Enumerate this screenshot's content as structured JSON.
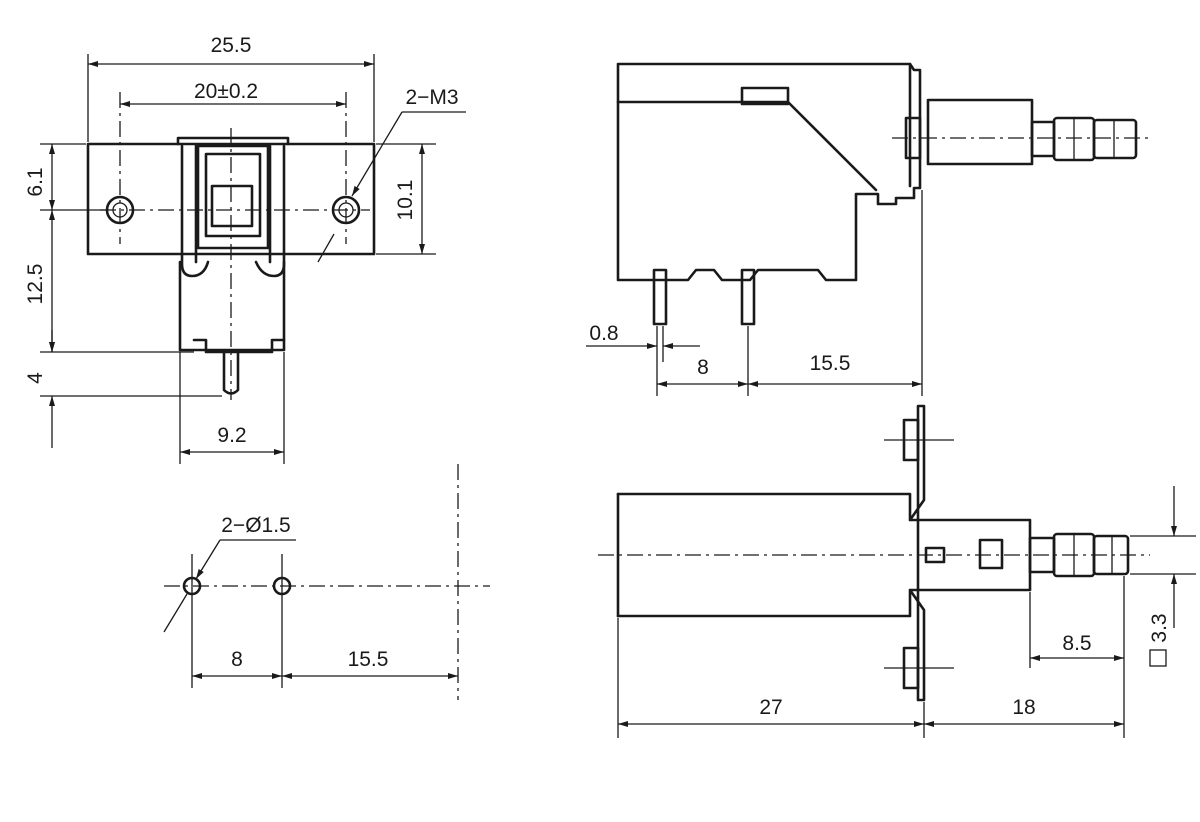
{
  "dimensions": {
    "width_25_5": "25.5",
    "spacing_20": "20±0.2",
    "thread_callout": "2−M3",
    "height_6_1": "6.1",
    "height_10_1": "10.1",
    "height_12_5": "12.5",
    "height_4": "4",
    "width_9_2": "9.2",
    "pin_0_8": "0.8",
    "pin_pitch_8": "8",
    "pin_offset_15_5": "15.5",
    "hole_callout": "2−Ø1.5",
    "hole_pitch_8": "8",
    "hole_offset_15_5": "15.5",
    "body_27": "27",
    "plunger_18": "18",
    "plunger_8_5": "8.5",
    "square_3_3": "3.3"
  }
}
